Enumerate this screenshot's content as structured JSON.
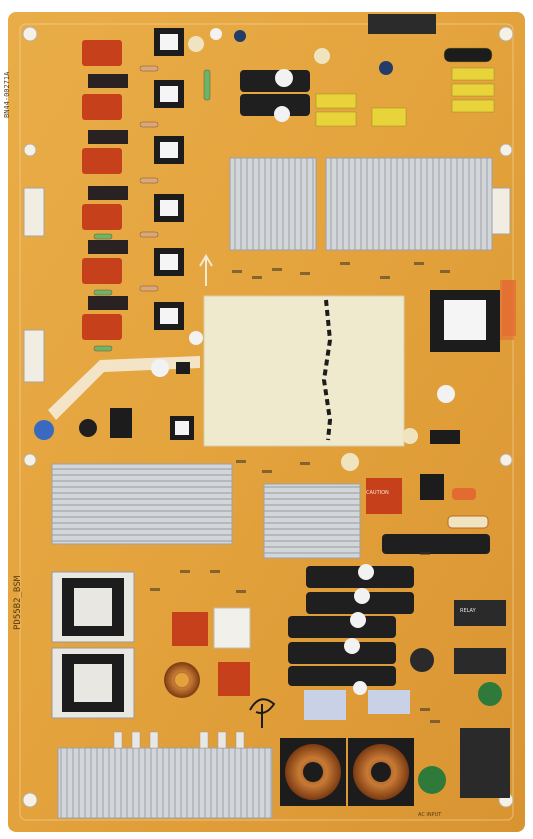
{
  "image": {
    "subject": "Samsung LED TV power supply circuit board",
    "board_color": "#e3a23c",
    "silkscreen_color": "#5a3a12",
    "heatsink_color": "#c9ccd0",
    "transformer_color": "#1c1c1c",
    "relay_color": "#2a2a2a",
    "electrolytic_cap_color": "#1f1f1f",
    "film_cap_red": "#c6401c",
    "film_cap_yellow": "#e8d43a",
    "thermal_pad_color": "#efeacd"
  },
  "silkscreen": {
    "model_top": "BN44-00271A",
    "model_side": "PD55B2_BSM"
  },
  "labels": {
    "fuse_warning": "CAUTION",
    "relay_label": "RELAY",
    "ac_input": "AC INPUT"
  }
}
